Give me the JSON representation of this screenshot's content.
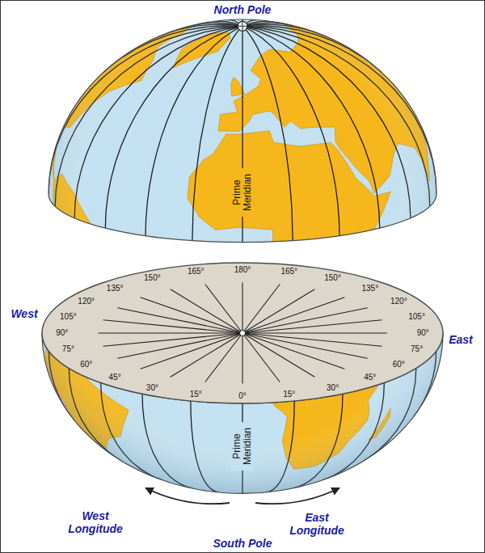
{
  "diagram": {
    "labels": [
      "North Pole",
      "Prime Meridian",
      "180°",
      "165°",
      "150°",
      "135°",
      "120°",
      "105°",
      "90°",
      "75°",
      "60°",
      "45°",
      "30°",
      "15°",
      "0°",
      "15°",
      "30°",
      "45°",
      "60°",
      "75°",
      "90°",
      "105°",
      "120°",
      "135°",
      "150°",
      "165°",
      "West",
      "East",
      "Prime Meridian",
      "West Longitude",
      "East Longitude",
      "South Pole"
    ]
  }
}
